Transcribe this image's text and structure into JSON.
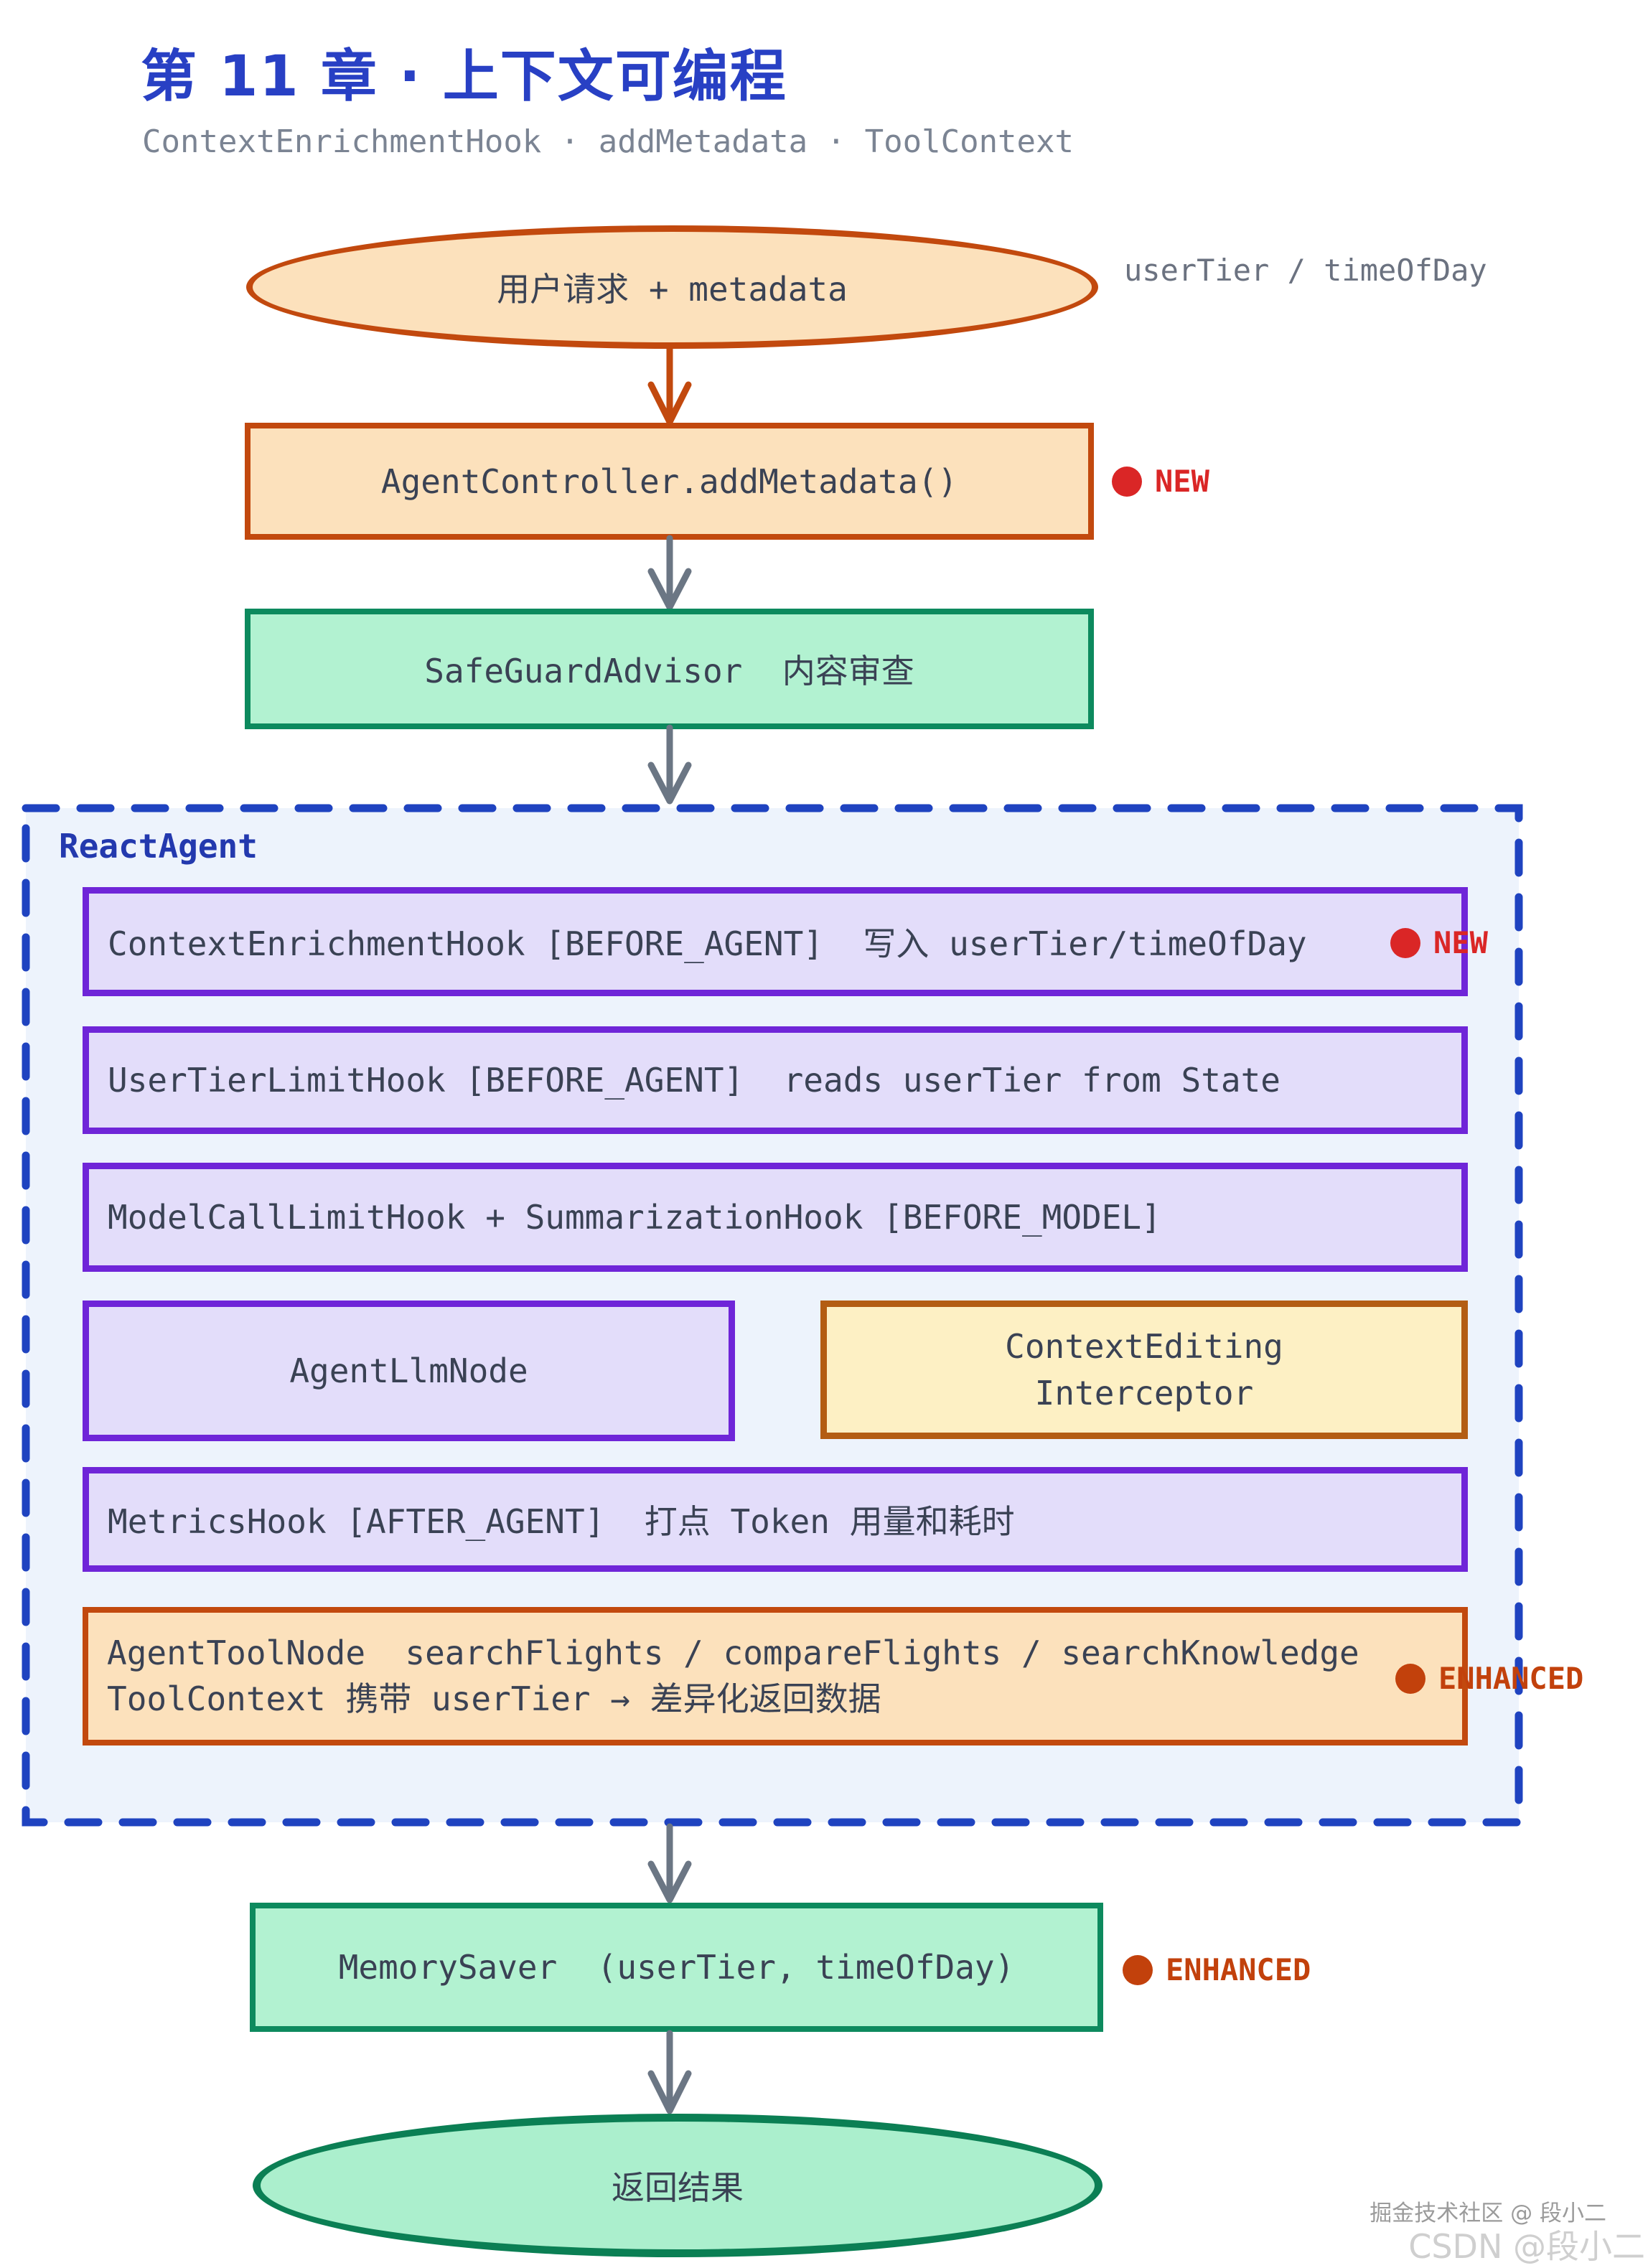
{
  "page": {
    "title": "第 11 章 · 上下文可编程",
    "subtitle": "ContextEnrichmentHook · addMetadata · ToolContext"
  },
  "colors": {
    "title_blue": "#2840c4",
    "subtitle_gray": "#7b8493",
    "orange_border": "#c2490e",
    "orange_fill": "#fce1bc",
    "green_border": "#0d8a5e",
    "green_fill": "#b2f2d1",
    "purple_border": "#6f25d8",
    "purple_fill": "#e3ddfa",
    "yellow_border": "#b35d13",
    "yellow_fill": "#fdf0c4",
    "dashed_blue": "#1f43c0",
    "container_fill": "#edf3fc",
    "arrow_gray": "#6b7684",
    "badge_new_red": "#da2626",
    "badge_enhanced_orange": "#c2410c",
    "node_text": "#3a4254"
  },
  "flow": {
    "input_ellipse": {
      "label": "用户请求 + metadata",
      "annotation": "userTier / timeOfDay"
    },
    "controller": {
      "label": "AgentController.addMetadata()",
      "badge": "NEW"
    },
    "safeguard": {
      "label": "SafeGuardAdvisor  内容审查"
    },
    "react_agent": {
      "label": "ReactAgent",
      "hooks": [
        {
          "label": "ContextEnrichmentHook [BEFORE_AGENT]  写入 userTier/timeOfDay",
          "badge": "NEW"
        },
        {
          "label": "UserTierLimitHook [BEFORE_AGENT]  reads userTier from State"
        },
        {
          "label": "ModelCallLimitHook + SummarizationHook [BEFORE_MODEL]"
        }
      ],
      "llm_node": {
        "label": "AgentLlmNode"
      },
      "interceptor": {
        "line1": "ContextEditing",
        "line2": "Interceptor"
      },
      "metrics": {
        "label": "MetricsHook [AFTER_AGENT]  打点 Token 用量和耗时"
      },
      "tool_node": {
        "line1": "AgentToolNode  searchFlights / compareFlights / searchKnowledge",
        "line2": "ToolContext 携带 userTier → 差异化返回数据",
        "badge": "ENHANCED"
      }
    },
    "memory": {
      "label": "MemorySaver  (userTier, timeOfDay)",
      "badge": "ENHANCED"
    },
    "output_ellipse": {
      "label": "返回结果"
    }
  },
  "watermark": {
    "line1": "掘金技术社区 @ 段小二",
    "line2": "CSDN @段小二"
  }
}
